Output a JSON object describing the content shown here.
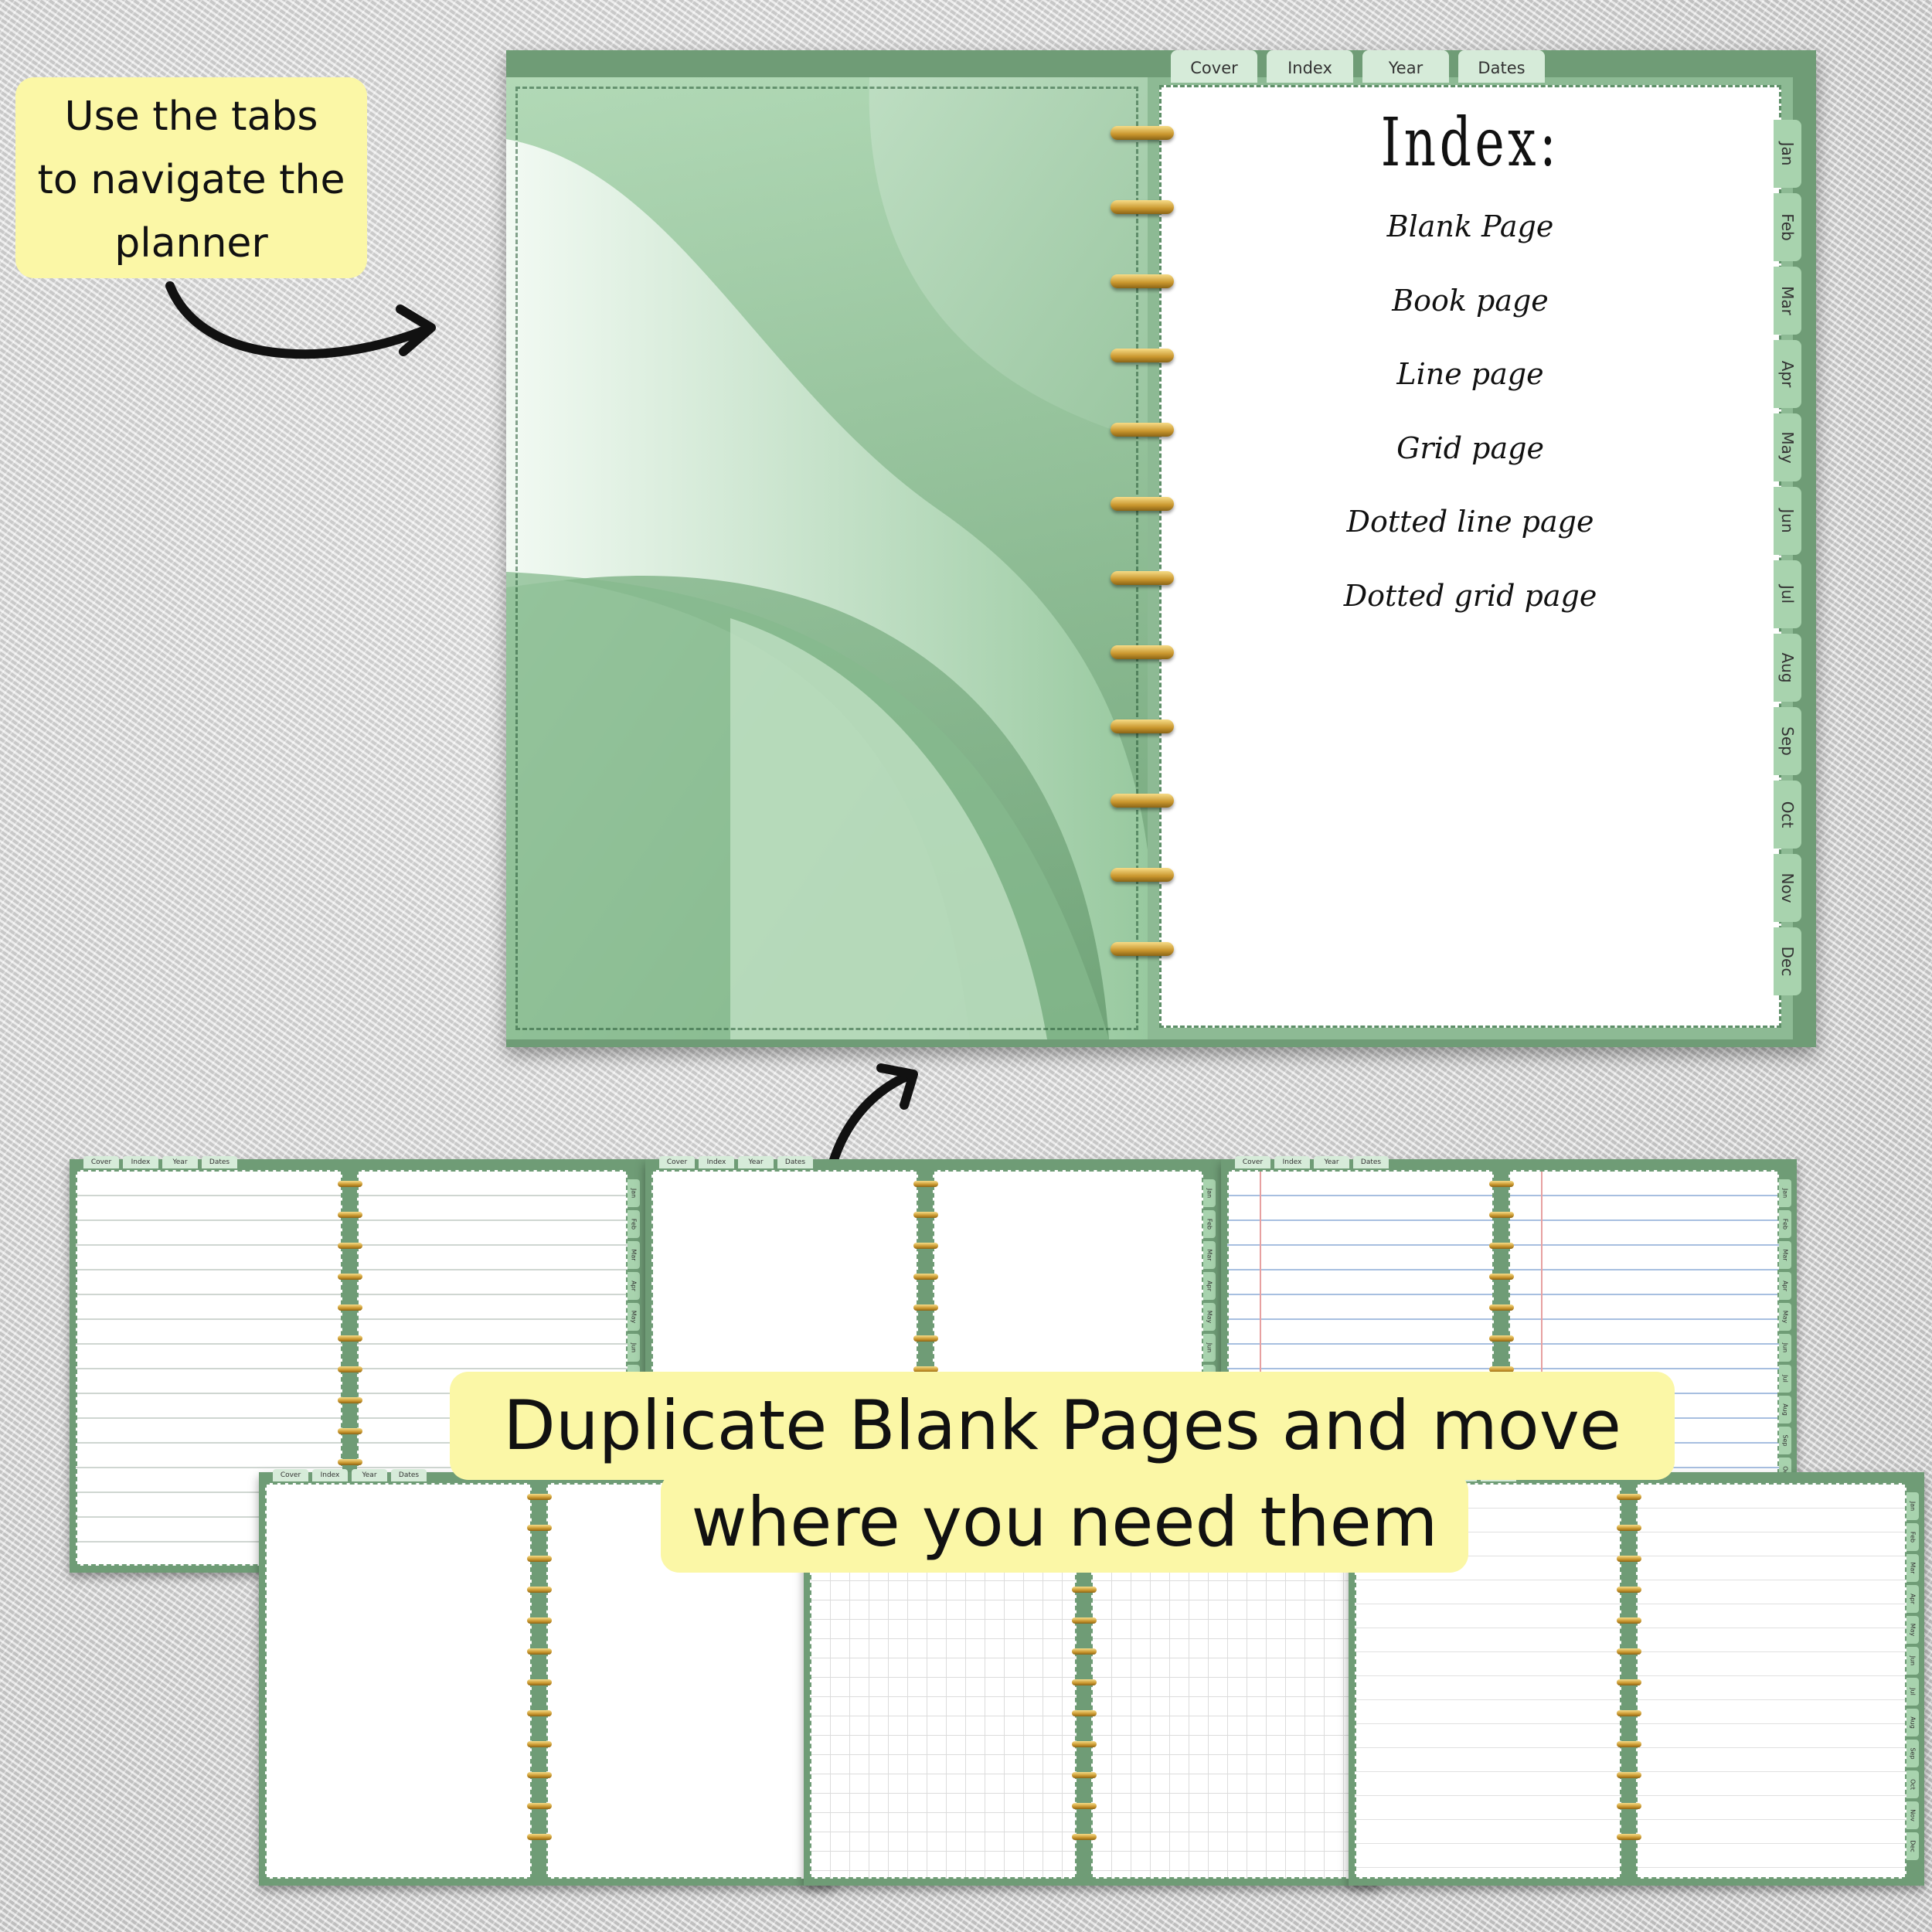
{
  "callouts": {
    "top": [
      "Use the tabs",
      "to navigate the",
      "planner"
    ],
    "bottom_line1": "Duplicate Blank Pages and move",
    "bottom_line2": "where you need them"
  },
  "planner": {
    "top_tabs": [
      "Cover",
      "Index",
      "Year",
      "Dates"
    ],
    "side_tabs": [
      "Jan",
      "Feb",
      "Mar",
      "Apr",
      "May",
      "Jun",
      "Jul",
      "Aug",
      "Sep",
      "Oct",
      "Nov",
      "Dec"
    ],
    "index_title": "Index:",
    "index_items": [
      "Blank Page",
      "Book page",
      "Line page",
      "Grid page",
      "Dotted line page",
      "Dotted grid page"
    ],
    "ring_count": 12
  },
  "mini_planners": [
    {
      "id": "lined",
      "style": "lined"
    },
    {
      "id": "blank",
      "style": "blank"
    },
    {
      "id": "ruled",
      "style": "ruled"
    },
    {
      "id": "blank-2",
      "style": "blank"
    },
    {
      "id": "grid",
      "style": "grid"
    },
    {
      "id": "dotted",
      "style": "dotted"
    }
  ],
  "colors": {
    "callout_bg": "#fbf7a6",
    "planner_green": "#6f9c76",
    "tab_green": "#a8d3ae",
    "ring_gold": "#c9962d"
  }
}
